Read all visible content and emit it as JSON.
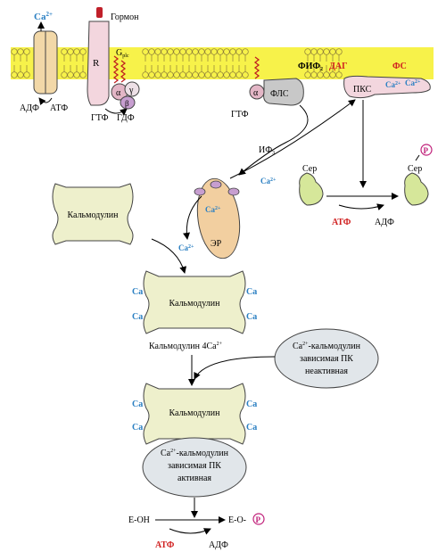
{
  "labels": {
    "ca_top": "Ca",
    "sup_2plus": "2+",
    "hormone": "Гормон",
    "receptor": "R",
    "gplc_g": "G",
    "gplc_sub": "plc",
    "alpha": "α",
    "beta": "β",
    "gamma": "γ",
    "adp": "АДФ",
    "atp": "АТФ",
    "gtp": "ГТФ",
    "gdp": "ГДФ",
    "flc": "ФЛС",
    "fif2": "ФИФ",
    "sub_2": "2",
    "dag": "ДАГ",
    "fs": "ФС",
    "pkc": "ПКС",
    "ca_pkc_1": "Ca",
    "ca_pkc_2": "Ca",
    "if3": "ИФ",
    "sub_3": "3",
    "ser": "Сер",
    "p": "P",
    "calmodulin": "Кальмодулин",
    "er": "ЭР",
    "ca": "Ca",
    "calmodulin_4ca": "Кальмодулин 4Ca",
    "pk_line1_suffix": "-кальмодулин",
    "pk_line2": "зависимая ПК",
    "pk_inactive": "неактивная",
    "pk_active": "активная",
    "e_oh": "Е-ОН",
    "e_o": "Е-О-"
  },
  "colors": {
    "membrane_yellow": "#f7f24a",
    "tail_brown": "#8a7a3a",
    "calmodulin_fill": "#eef0cc",
    "receptor_fill": "#f3d6de",
    "channel_fill": "#f2d8a8",
    "er_fill": "#f2cfa0",
    "ser_fill": "#d6e79a",
    "pk_fill": "#e1e6ea",
    "ca_blue": "#2a7fc2",
    "red": "#d02020",
    "magenta": "#c0207a",
    "plc_gray": "#c8c8c8"
  }
}
